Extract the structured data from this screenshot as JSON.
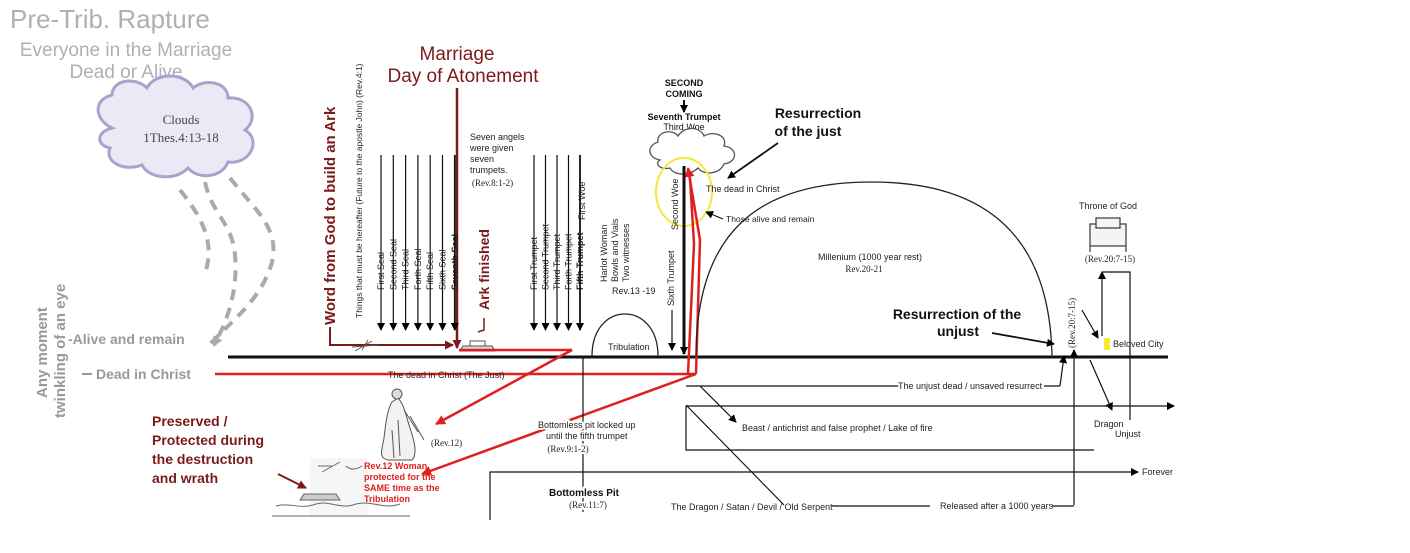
{
  "header": {
    "title": "Pre-Trib. Rapture",
    "subtitle_line1": "Everyone in the Marriage",
    "subtitle_line2": "Dead or Alive"
  },
  "cloud_left": {
    "line1": "Clouds",
    "line2": "1Thes.4:13-18"
  },
  "left_labels": {
    "any_moment": "Any moment",
    "twinkling": "twinkling of an eye",
    "alive_remain": "-Alive and remain",
    "dead_in_christ": "Dead in Christ"
  },
  "marriage": {
    "line1": "Marriage",
    "line2": "Day of Atonement"
  },
  "vertical": {
    "word_from_god": "Word from God to build an Ark",
    "things_hereafter": "Things that must be hereafter (Future to the apostle John) (Rev.4:1)",
    "ark_finished": "Ark finished"
  },
  "seals": [
    "First Seal",
    "Second Seal",
    "Third Seal",
    "Forth Seal",
    "Fifth Seal",
    "Sixth Seal",
    "Seventh Seal"
  ],
  "seven_angels": {
    "line1": "Seven angels",
    "line2": "were given",
    "line3": "seven",
    "line4": "trumpets.",
    "ref": "(Rev.8:1-2)"
  },
  "trumpets": [
    "First Trumpet",
    "Second Trumpet",
    "Third Trumpet",
    "Forth Trumpet",
    "Fifth Trumpet"
  ],
  "first_woe": "First Woe",
  "harlot": {
    "line1": "Harlot Woman",
    "line2": "Bowls and Vials",
    "line3": "Two witnesses"
  },
  "harlot_ref": "Rev.13 -19",
  "tribulation": "Tribulation",
  "sixth_trumpet": "Sixth Trumpet",
  "second_woe": "Second Woe",
  "second_coming": {
    "line1": "SECOND",
    "line2": "COMING",
    "line3": "Seventh Trumpet",
    "line4": "Third Woe"
  },
  "resurrection_just": {
    "line1": "Resurrection",
    "line2": "of the just"
  },
  "dead_in_christ_top": "The dead in Christ",
  "those_alive": "Those alive and remain",
  "millenium": {
    "line1": "Millenium (1000 year rest)",
    "line2": "Rev.20-21"
  },
  "resurrection_unjust": {
    "line1": "Resurrection of the",
    "line2": "unjust"
  },
  "throne": {
    "label": "Throne of God",
    "ref": "(Rev.20:7-15)"
  },
  "rev20_vertical": "(Rev.20:7-15)",
  "beloved_city": "Beloved City",
  "dead_christ_just": "The dead in Christ (The Just)",
  "unjust_dead": "The unjust dead / unsaved resurrect",
  "beast": "Beast / antichrist and false prophet / Lake of fire",
  "dragon": {
    "line1": "Dragon",
    "line2": "Unjust"
  },
  "bottomless_locked": {
    "line1": "Bottomless pit locked up",
    "line2": "until the fifth trumpet",
    "ref": "(Rev.9:1-2)"
  },
  "bottomless_pit": {
    "label": "Bottomless Pit",
    "ref": "(Rev.11:7)"
  },
  "forever": "Forever",
  "dragon_satan": "The Dragon / Satan / Devil / Old Serpent",
  "released": "Released after a 1000 years",
  "rev12": "(Rev.12)",
  "preserved": {
    "line1": "Preserved /",
    "line2": "Protected during",
    "line3": "the destruction",
    "line4": "and wrath"
  },
  "woman_note": {
    "line1": "Rev.12 Woman",
    "line2": "protected for the",
    "line3": "SAME time as the",
    "line4": "Tribulation"
  },
  "colors": {
    "maroon": "#7b1a1a",
    "red": "#e02020",
    "grey": "#9a9a9a",
    "cloud": "#ece9f7",
    "cloud_edge": "#a8a3cc",
    "yellow": "#f3e93a"
  }
}
